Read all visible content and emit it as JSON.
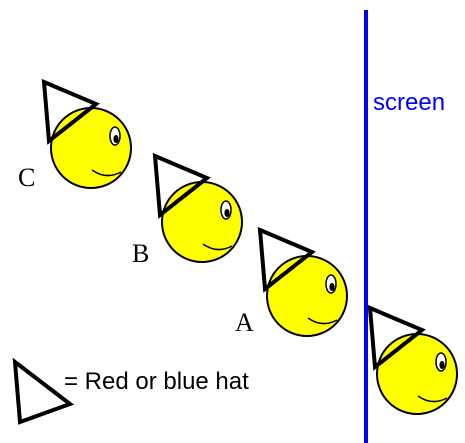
{
  "colors": {
    "face": "#ffff00",
    "outline": "#000000",
    "screen": "#0000ff",
    "background": "#ffffff"
  },
  "people": [
    {
      "label": "C",
      "icon": "face-with-hat-icon"
    },
    {
      "label": "B",
      "icon": "face-with-hat-icon"
    },
    {
      "label": "A",
      "icon": "face-with-hat-icon"
    },
    {
      "label": "",
      "icon": "face-with-hat-icon"
    }
  ],
  "screen": {
    "label": "screen"
  },
  "legend": {
    "text": "= Red or blue hat",
    "icon": "hat-triangle-icon"
  }
}
